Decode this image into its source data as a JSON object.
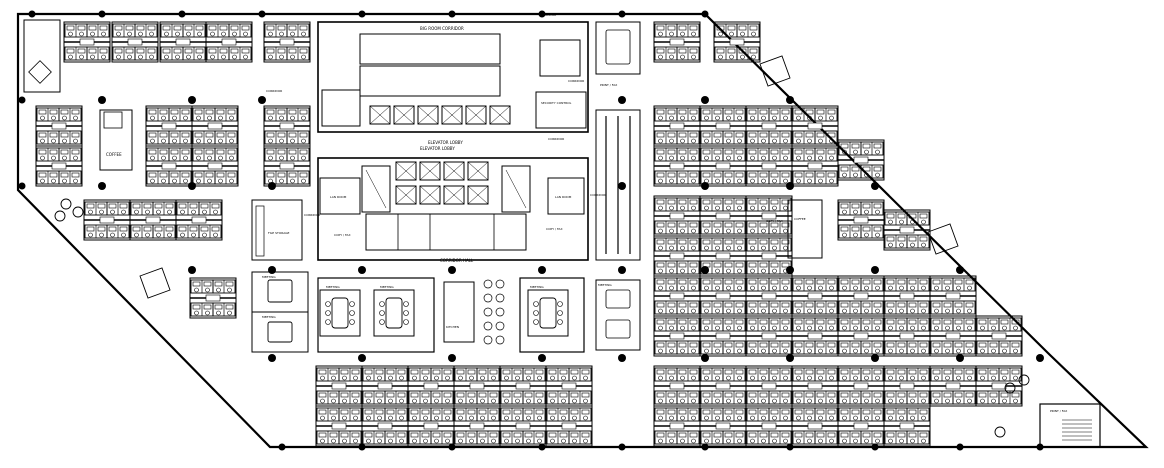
{
  "labels": {
    "corridor_north": "BIG ROOM CORRIDOR",
    "corridor_1": "CORRIDOR",
    "corridor_2": "CORRIDOR",
    "corridor_3": "CORRIDOR",
    "corridor_4": "CORRIDOR",
    "corridor_5": "CORRIDOR",
    "corridor_6": "CORRIDOR",
    "elevator_lobby_1": "ELEVATOR LOBBY",
    "elevator_lobby_2": "ELEVATOR LOBBY",
    "copy_fax_1": "COPY / FAX",
    "copy_fax_2": "COPY / FAX",
    "copy_fax_3": "COPY / FAX",
    "copy_fax_4": "PRINT / FAX",
    "coffee_1": "COFFEE",
    "coffee_2": "COFFEE",
    "meeting_1": "MEETING",
    "meeting_2": "MEETING",
    "meeting_3": "MEETING",
    "meeting_4": "MEETING",
    "meeting_5": "MEETING",
    "meeting_6": "MEETING",
    "kitchen": "KITCHEN",
    "security": "SECURITY CONTROL",
    "lan_room_1": "LAN ROOM",
    "lan_room_2": "LAN ROOM",
    "file_storage": "FILE STORAGE",
    "corridor_south": "CORRIDOR HALL",
    "print_fax_se": "PRINT / FAX"
  },
  "colors": {
    "line": "#000000",
    "background": "#ffffff"
  }
}
